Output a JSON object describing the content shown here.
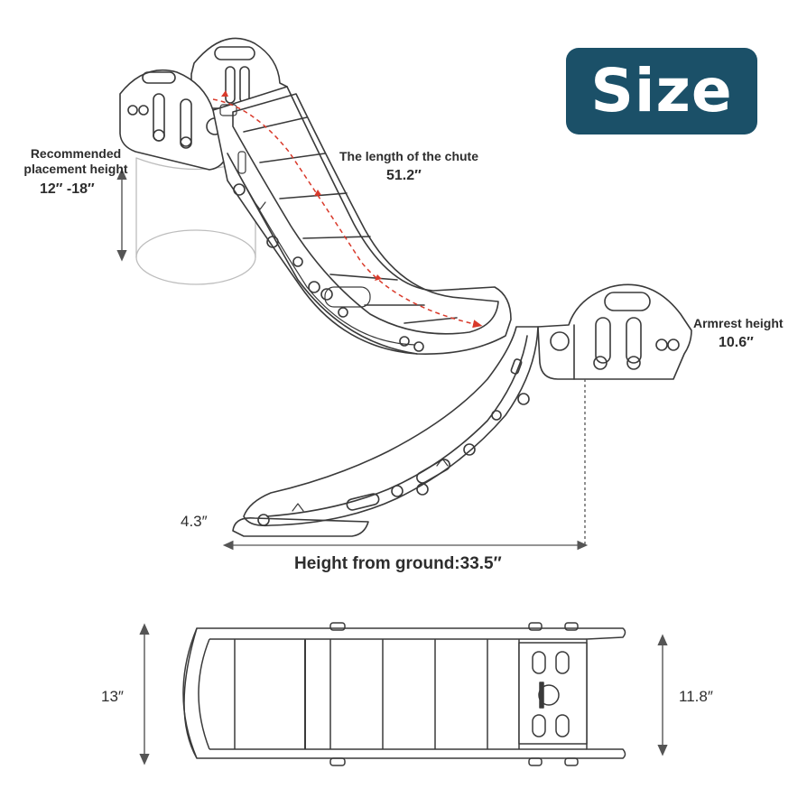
{
  "badge": {
    "title": "Size"
  },
  "labels": {
    "placement_line1": "Recommended",
    "placement_line2": "placement height",
    "placement_value": "12″  -18″",
    "chute_label": "The length of the chute",
    "chute_value": "51.2″",
    "armrest_label": "Armrest height",
    "armrest_value": "10.6″",
    "small_height": "4.3″",
    "ground_height": "Height from ground:33.5″",
    "width_left": "13″",
    "width_right": "11.8″"
  },
  "colors": {
    "badge_bg": "#1b5068",
    "outline": "#3a3a3a",
    "dim_line": "#555555",
    "chute_arrow": "#d93a2b"
  }
}
